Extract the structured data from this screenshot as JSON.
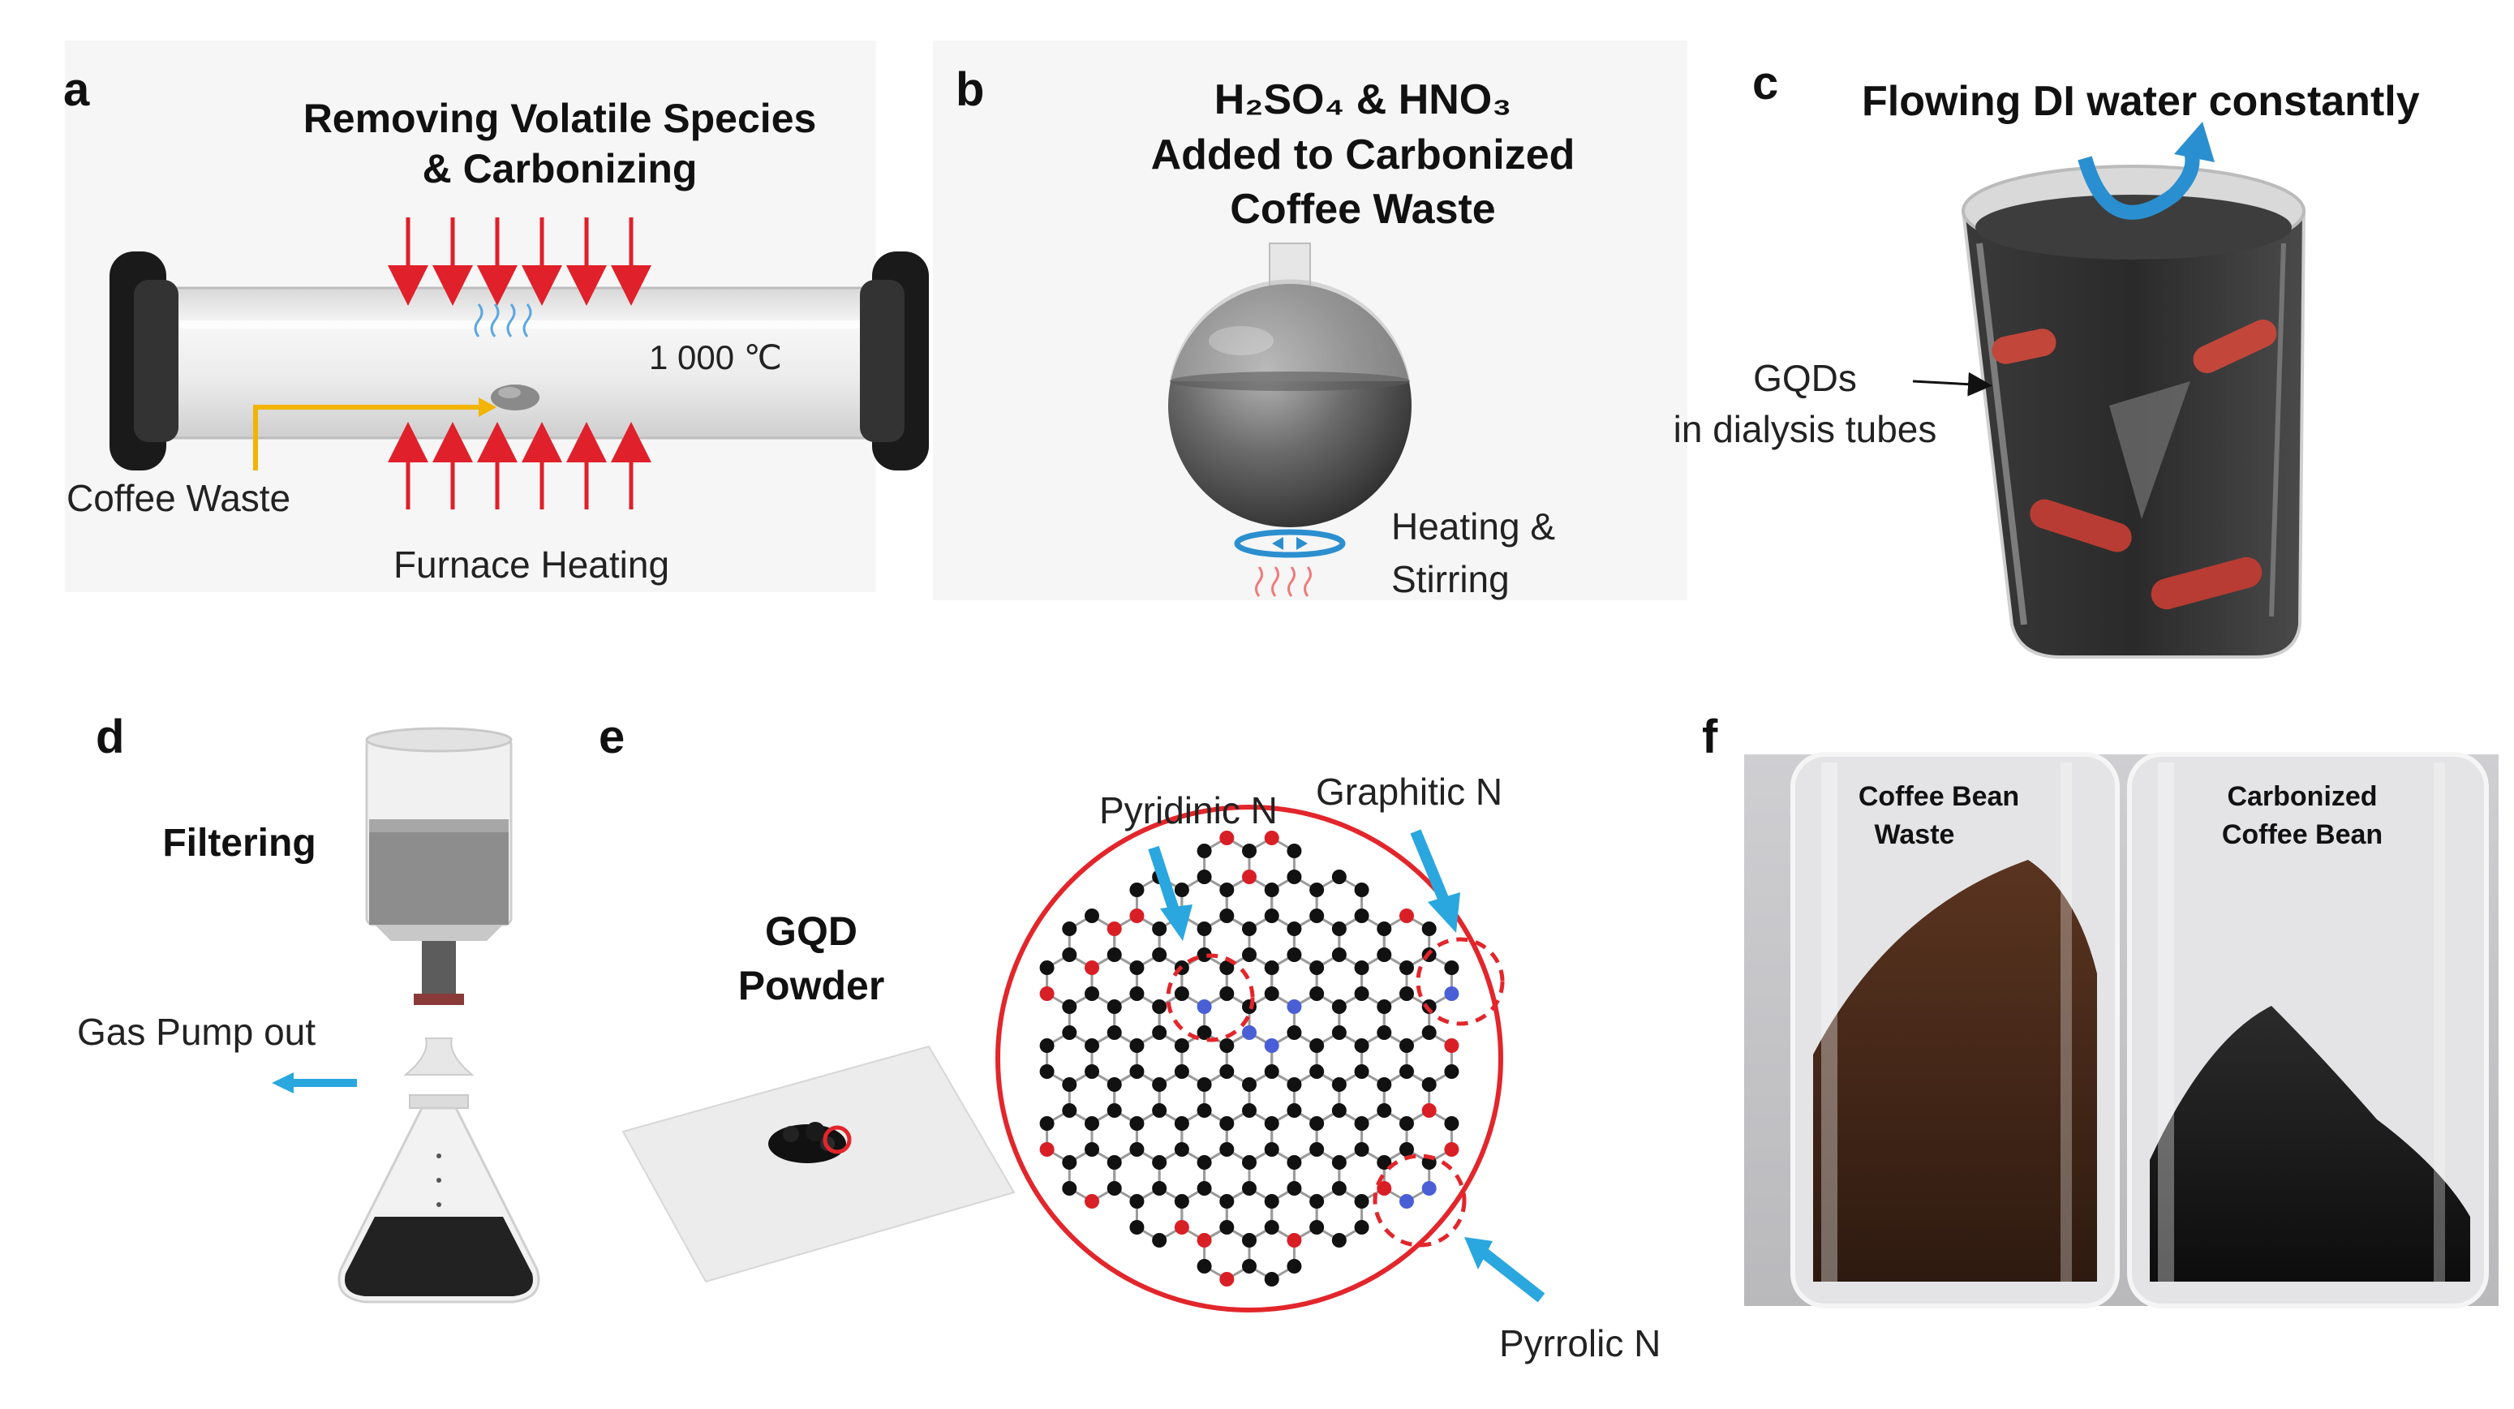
{
  "panels": {
    "a": {
      "letter": "a",
      "title_line1": "Removing Volatile Species",
      "title_line2": "& Carbonizing",
      "temperature": "1 000 ℃",
      "sample_label": "Coffee Waste",
      "heating_label": "Furnace Heating"
    },
    "b": {
      "letter": "b",
      "title_acids": "H₂SO₄ & HNO₃",
      "title_line2": "Added to Carbonized",
      "title_line3": "Coffee Waste",
      "process_line1": "Heating &",
      "process_line2": "Stirring"
    },
    "c": {
      "letter": "c",
      "title": "Flowing DI water constantly",
      "tube_label_line1": "GQDs",
      "tube_label_line2": "in dialysis tubes"
    },
    "d": {
      "letter": "d",
      "title": "Filtering",
      "pump_label": "Gas Pump out"
    },
    "e": {
      "letter": "e",
      "powder_line1": "GQD",
      "powder_line2": "Powder",
      "pyridinic": "Pyridinic N",
      "graphitic": "Graphitic N",
      "pyrrolic": "Pyrrolic N"
    },
    "f": {
      "letter": "f",
      "vial1_line1": "Coffee Bean",
      "vial1_line2": "Waste",
      "vial2_line1": "Carbonized",
      "vial2_line2": "Coffee Bean"
    }
  },
  "colors": {
    "arrow_red": "#e0202a",
    "arrow_yellow": "#f2b400",
    "arrow_blue": "#2aa7df",
    "circle_red": "#e2262b",
    "nitrogen": "#4a5fd6",
    "oxygen": "#d91f26",
    "carbon": "#111111"
  }
}
